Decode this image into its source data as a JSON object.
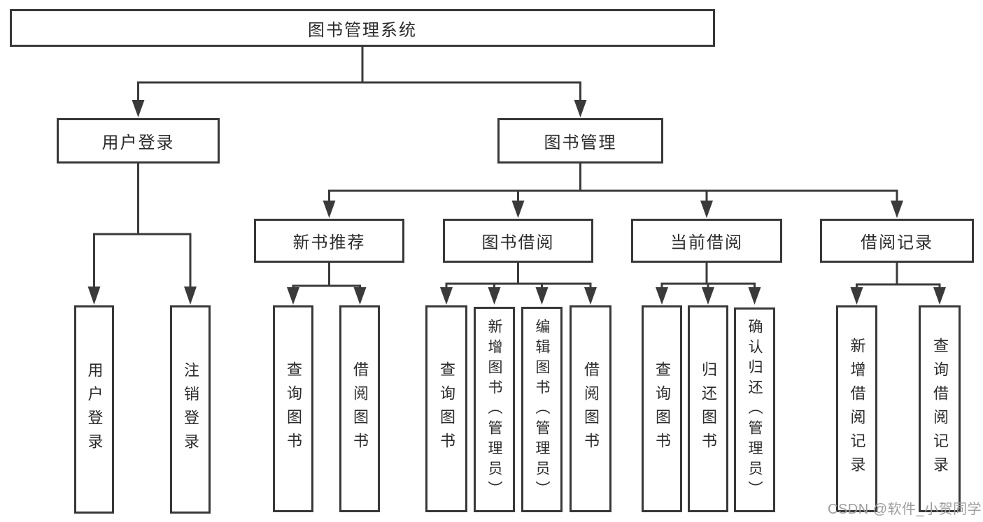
{
  "tree": {
    "root": "图书管理系统",
    "level2": [
      "用户登录",
      "图书管理"
    ],
    "level3": [
      "新书推荐",
      "图书借阅",
      "当前借阅",
      "借阅记录"
    ],
    "login_children": [
      "用户登录",
      "注销登录"
    ],
    "newbook_children": [
      "查询图书",
      "借阅图书"
    ],
    "borrow_children": [
      "查询图书",
      "新增图书（管理员）",
      "编辑图书（管理员）",
      "借阅图书"
    ],
    "current_children": [
      "查询图书",
      "归还图书",
      "确认归还（管理员）"
    ],
    "records_children": [
      "新增借阅记录",
      "查询借阅记录"
    ]
  },
  "watermark": {
    "text": "CSDN @软件_小贺同学"
  },
  "colors": {
    "line": "#3a3a3a",
    "box_border": "#383838",
    "text": "#2b2b2b",
    "watermark_text": "#9e9e9e",
    "background": "#ffffff"
  }
}
